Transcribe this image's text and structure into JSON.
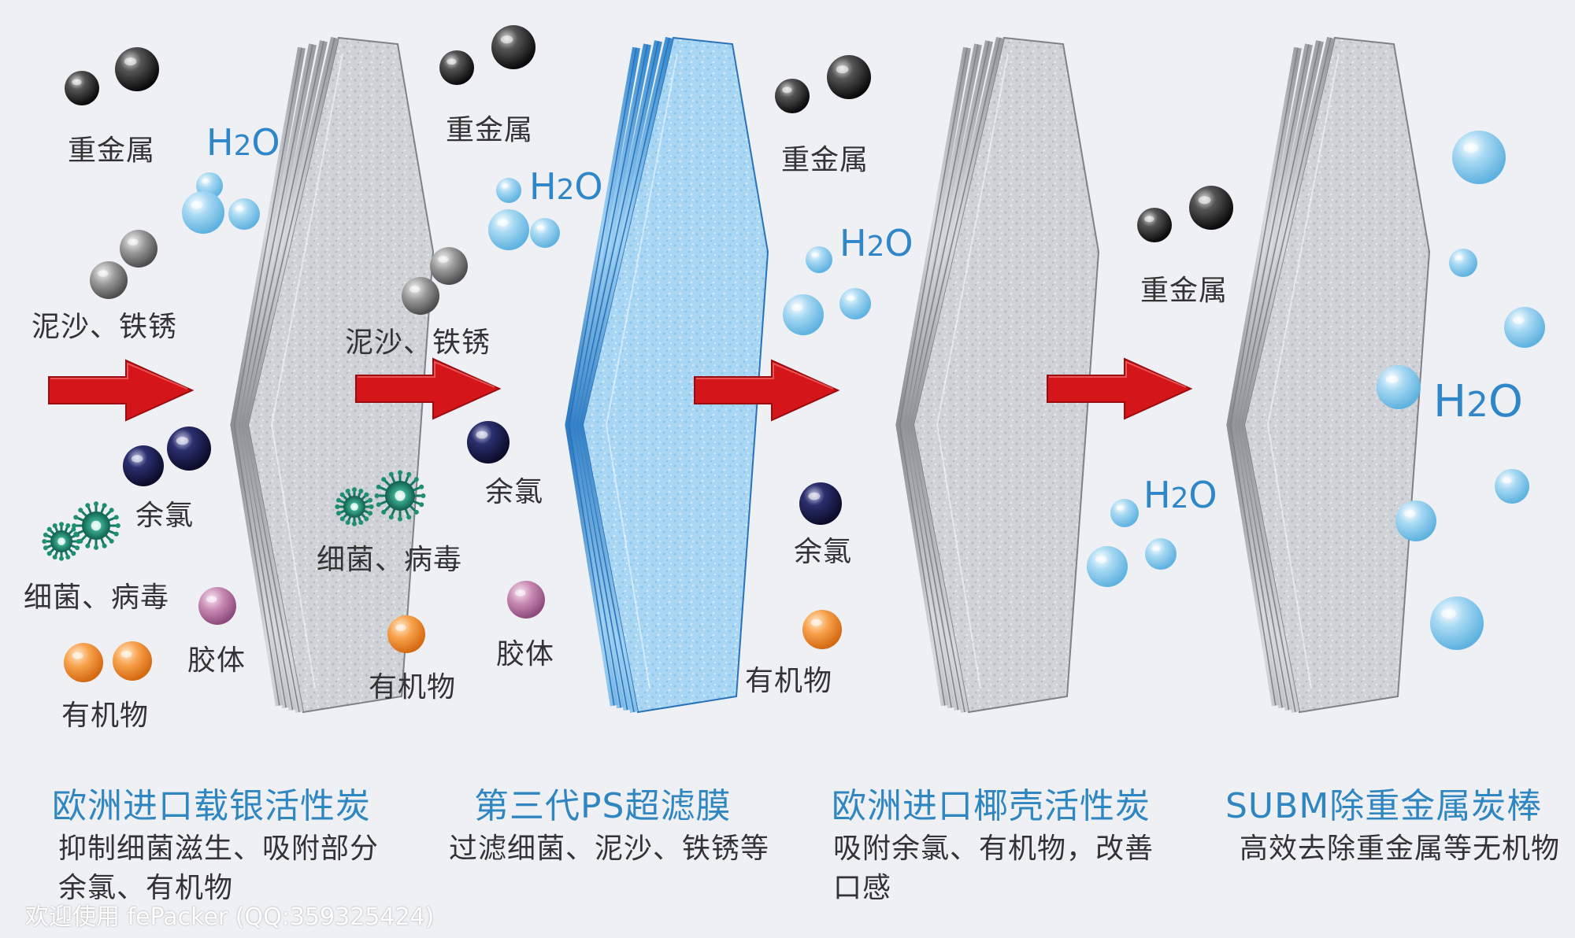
{
  "colors": {
    "background": "#eef0f3",
    "arrow": "#d4161a",
    "title_blue": "#2f86c0",
    "water_blue": "#8fcdf0",
    "membrane_blue": "#4a9ad8"
  },
  "labels": {
    "heavy_metal": "重金属",
    "sediment_rust": "泥沙、铁锈",
    "residual_chlorine": "余氯",
    "bacteria_virus": "细菌、病毒",
    "colloid": "胶体",
    "organics": "有机物",
    "h2o": "H",
    "h2o_sub": "2",
    "h2o_end": "O"
  },
  "stages": [
    {
      "title": "欧洲进口载银活性炭",
      "desc_lines": [
        "抑制细菌滋生、吸附部分",
        "余氯、有机物"
      ]
    },
    {
      "title": "第三代PS超滤膜",
      "desc_lines": [
        "过滤细菌、泥沙、铁锈等"
      ]
    },
    {
      "title": "欧洲进口椰壳活性炭",
      "desc_lines": [
        "吸附余氯、有机物，改善",
        "口感"
      ]
    },
    {
      "title": "SUBM除重金属炭棒",
      "desc_lines": [
        "高效去除重金属等无机物"
      ]
    }
  ],
  "icons": {
    "arrow": "right-arrow-icon",
    "filter": "filter-layer-icon",
    "membrane": "ultrafiltration-membrane-icon",
    "heavy_metal": "black-sphere-icon",
    "sediment": "gray-sphere-icon",
    "chlorine": "navy-sphere-icon",
    "bacteria": "virus-icon",
    "colloid": "pink-sphere-icon",
    "organics": "orange-sphere-icon",
    "water": "water-bubble-icon"
  },
  "watermark": "欢迎使用 fePacker (QQ:359325424)"
}
